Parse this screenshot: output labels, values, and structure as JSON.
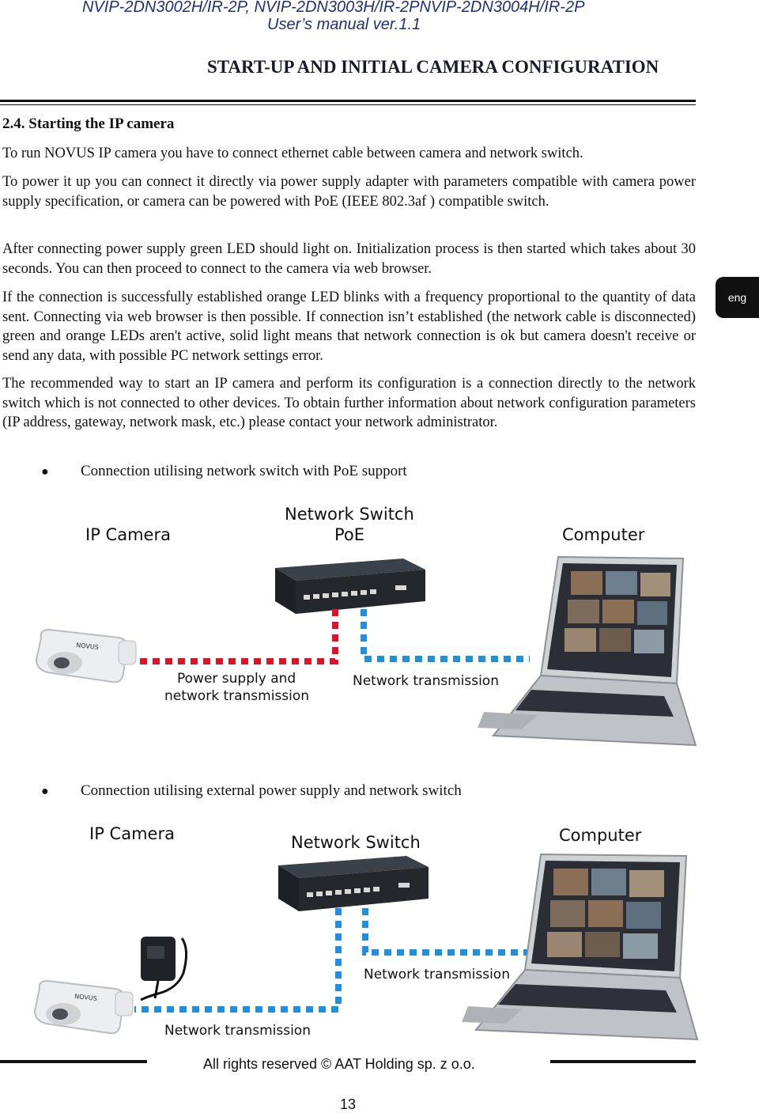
{
  "header": {
    "models": "NVIP-2DN3002H/IR-2P, NVIP-2DN3003H/IR-2PNVIP-2DN3004H/IR-2P",
    "manual": "User’s manual ver.1.1",
    "chapter": "START-UP AND INITIAL CAMERA CONFIGURATION"
  },
  "section": {
    "title": "2.4. Starting the IP camera",
    "paragraphs": [
      "To run NOVUS IP camera you have to connect ethernet cable between camera and network switch.",
      "To power it up you can connect it directly via power supply adapter with parameters compatible with camera power supply specification, or camera can be powered with PoE (IEEE 802.3af ) compatible switch.",
      "After connecting power supply green LED should light on. Initialization  process is then started which takes about 30 seconds. You can then proceed to connect to the camera via web browser.",
      "If the connection is successfully established orange LED  blinks with a frequency proportional to the quantity of data sent. Connecting via web browser is then possible. If connection isn’t established (the network cable is disconnected) green and orange LEDs aren't active, solid light means that network connection is ok but camera doesn't receive or send any data, with possible PC network settings error.",
      "The recommended way to start an IP camera and perform its configuration is a connection directly to the network switch which is not connected to other devices. To obtain further information about network configuration parameters (IP address, gateway, network mask, etc.) please  contact your network administrator."
    ]
  },
  "lang_tab": "eng",
  "bullets": [
    "Connection utilising network switch with PoE support",
    "Connection utilising external power supply and network switch"
  ],
  "diagram1": {
    "ip_camera": "IP Camera",
    "switch_line1": "Network Switch",
    "switch_line2": "PoE",
    "computer": "Computer",
    "power_line1": "Power supply and",
    "power_line2": "network transmission",
    "net_transmission": "Network transmission",
    "camera_brand": "NOVUS"
  },
  "diagram2": {
    "ip_camera": "IP Camera",
    "switch": "Network Switch",
    "computer": "Computer",
    "net_transmission_top": "Network transmission",
    "net_transmission_bottom": "Network transmission",
    "camera_brand": "NOVUS"
  },
  "colors": {
    "power_line": "#e0122a",
    "network_line": "#1f8fe0",
    "header_blue": "#1f2f7a"
  },
  "footer": {
    "rights": "All rights reserved © AAT Holding sp. z o.o.",
    "page": "13"
  }
}
